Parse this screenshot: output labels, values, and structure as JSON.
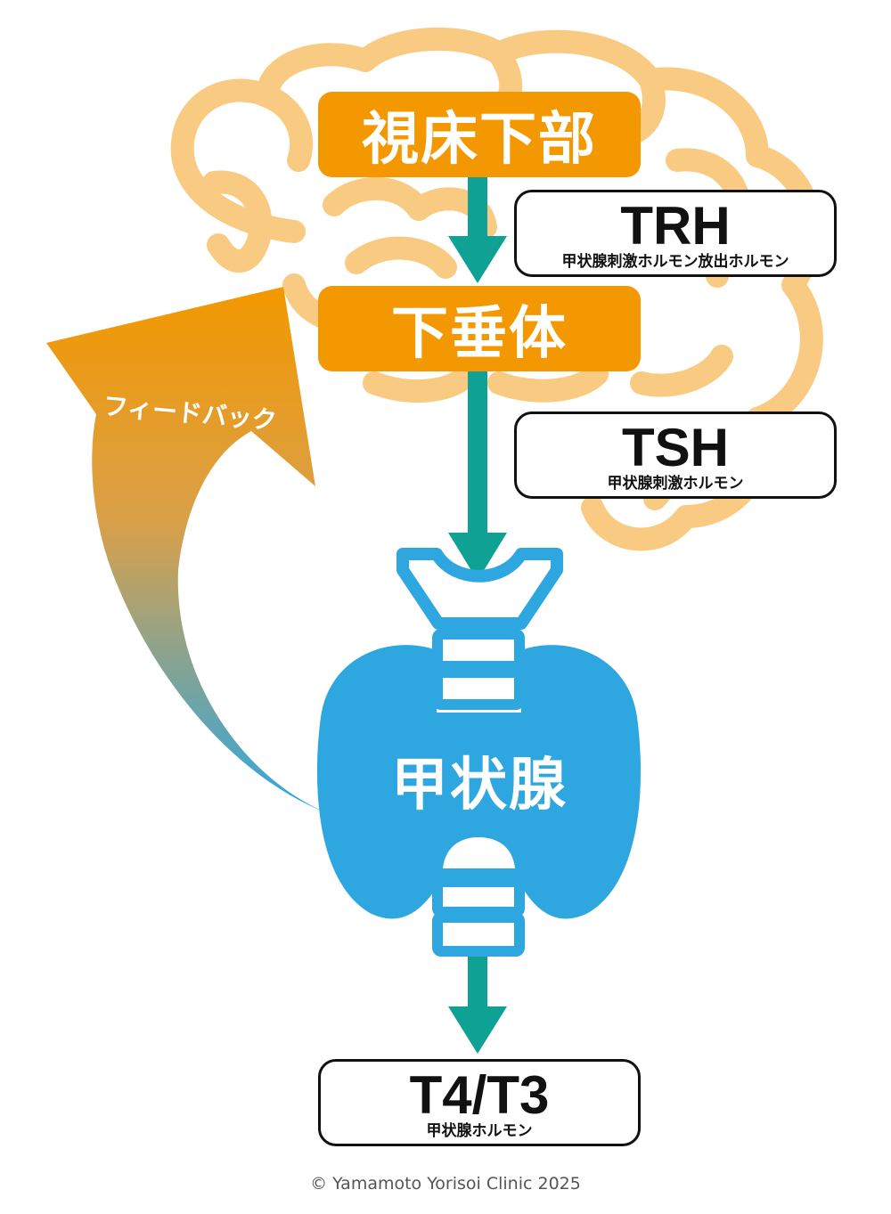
{
  "diagram": {
    "hypothalamus": "視床下部",
    "pituitary": "下垂体",
    "thyroid": "甲状腺",
    "feedback": "フィードバック",
    "hormones": {
      "trh": {
        "abbr": "TRH",
        "full": "甲状腺刺激ホルモン放出ホルモン"
      },
      "tsh": {
        "abbr": "TSH",
        "full": "甲状腺刺激ホルモン"
      },
      "t4t3": {
        "abbr": "T4/T3",
        "full": "甲状腺ホルモン"
      }
    },
    "copyright": "© Yamamoto Yorisoi Clinic 2025"
  },
  "colors": {
    "brain_outline": "#f9cb82",
    "organ_box": "#f39800",
    "arrow": "#0fa193",
    "thyroid": "#2ea7e0",
    "feedback_top": "#f39800",
    "feedback_bottom": "#2ea7e0"
  }
}
